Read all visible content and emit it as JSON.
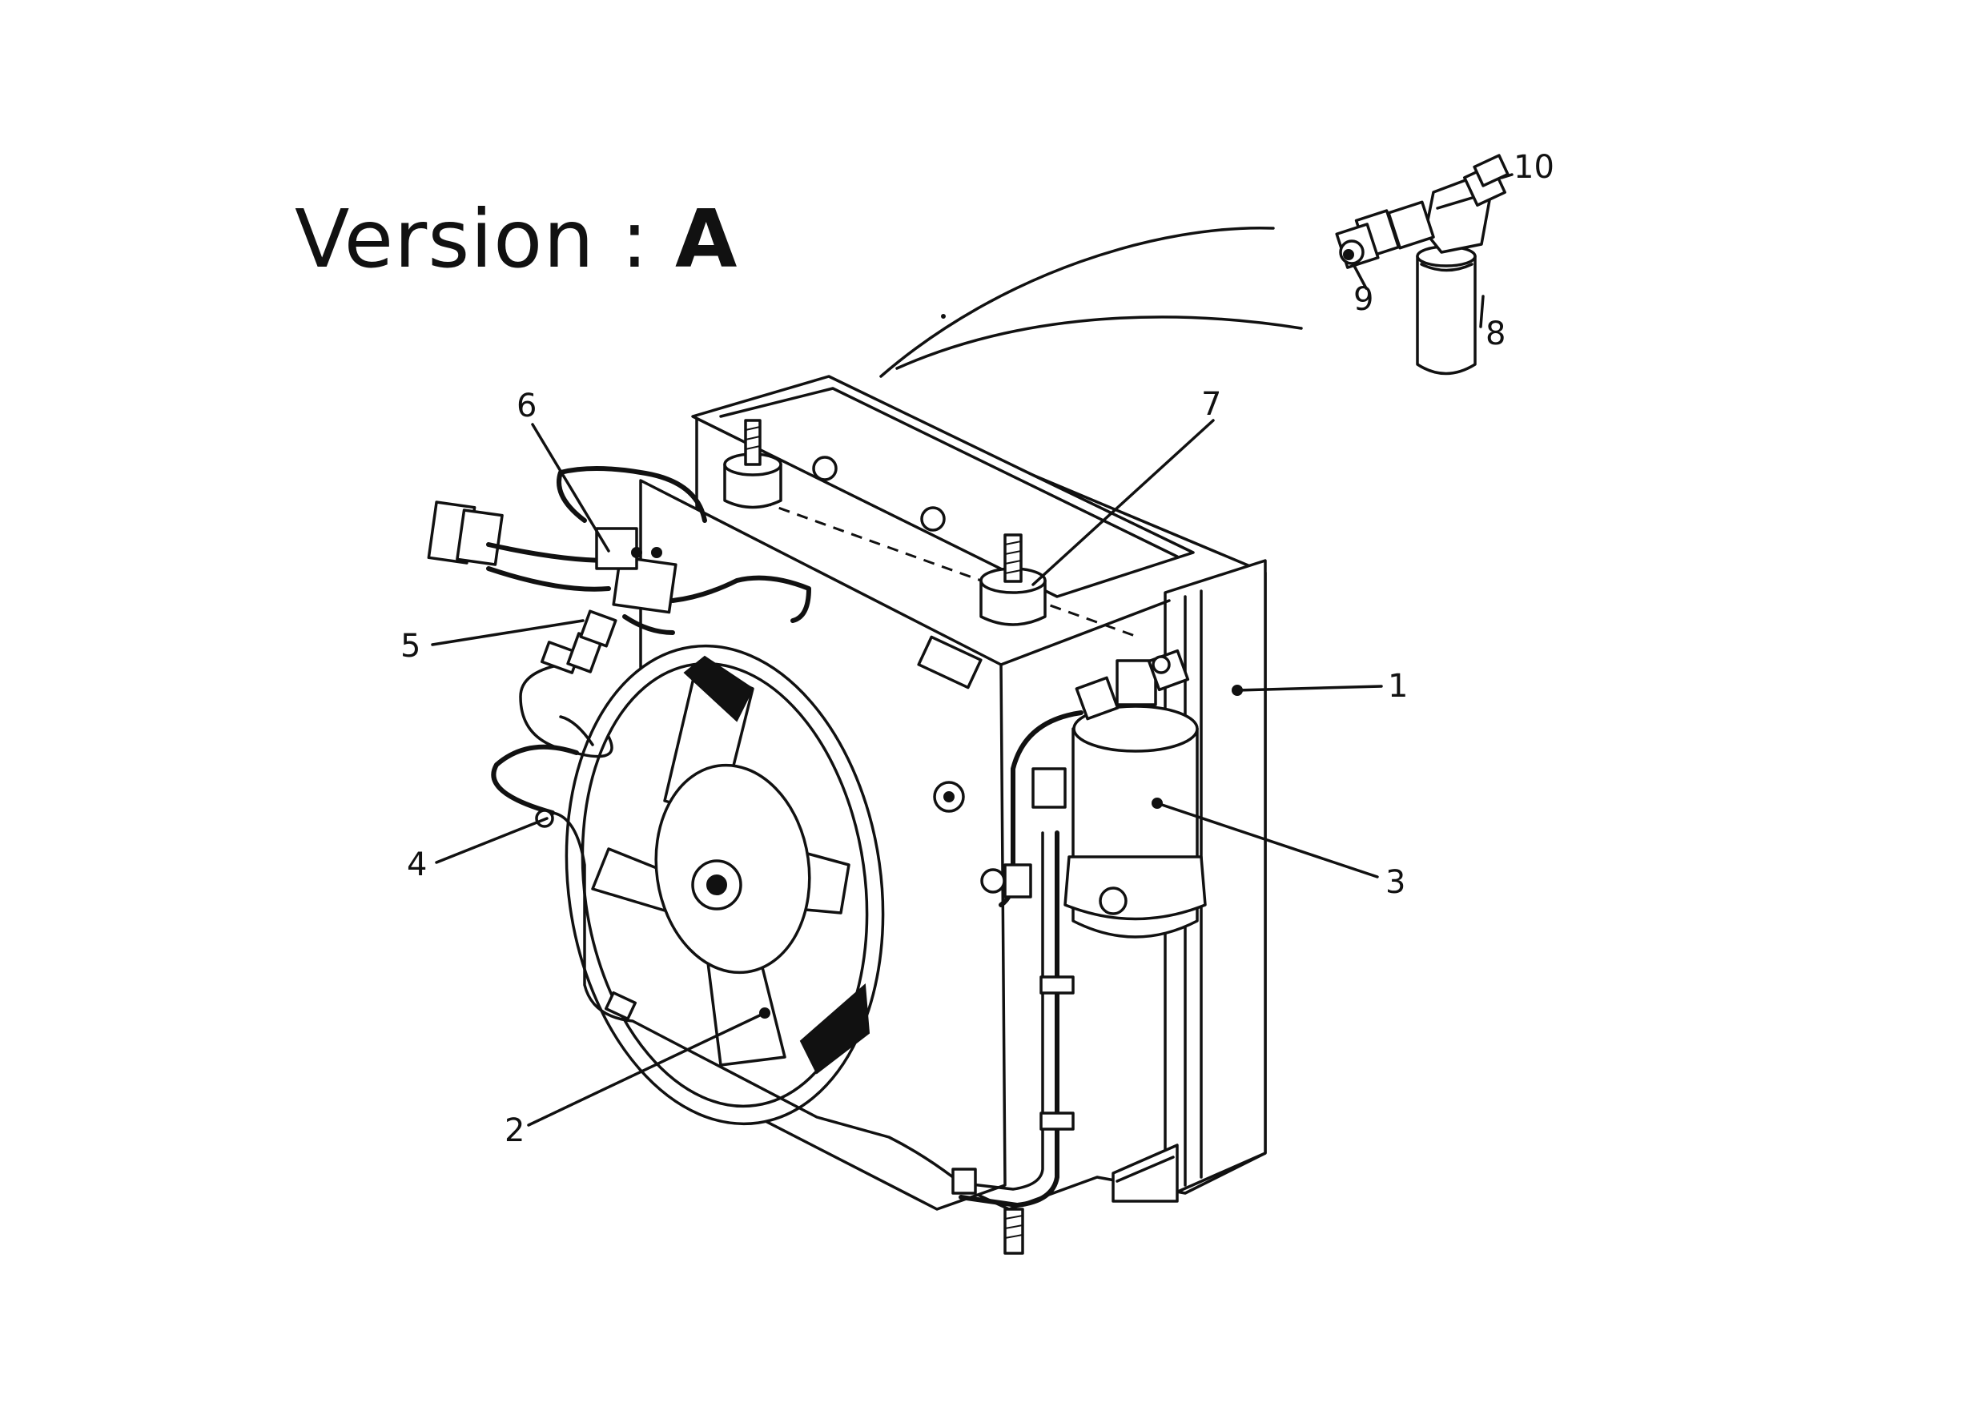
{
  "title": {
    "prefix": "Version : ",
    "version": "A"
  },
  "callouts": [
    {
      "number": "1",
      "part": "radiator-condenser"
    },
    {
      "number": "2",
      "part": "electric-fan"
    },
    {
      "number": "3",
      "part": "receiver-drier"
    },
    {
      "number": "4",
      "part": "refrigerant-pipe"
    },
    {
      "number": "5",
      "part": "pressure-switch"
    },
    {
      "number": "6",
      "part": "wiring-connector"
    },
    {
      "number": "7",
      "part": "mounting-stud"
    },
    {
      "number": "8",
      "part": "drier-canister-detail"
    },
    {
      "number": "9",
      "part": "union-nut-detail"
    },
    {
      "number": "10",
      "part": "tee-fitting-detail"
    }
  ]
}
